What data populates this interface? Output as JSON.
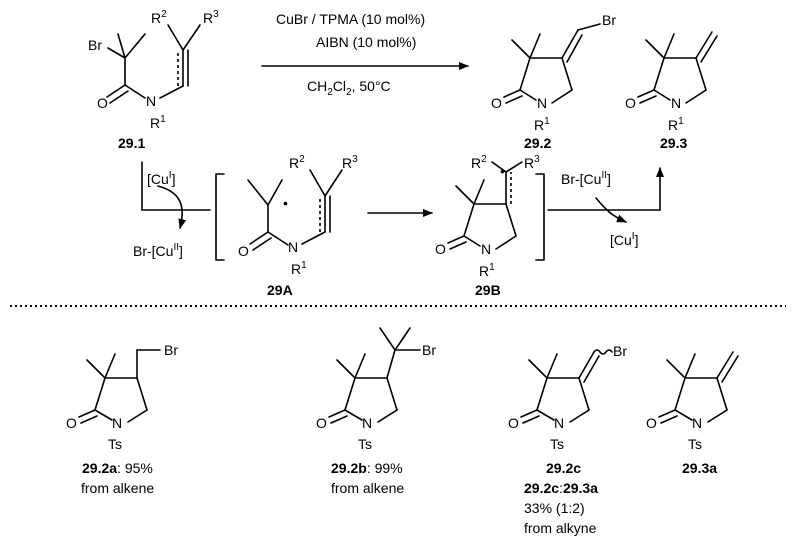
{
  "reaction": {
    "catalyst": "CuBr / TPMA (10 mol%)",
    "initiator": "AIBN (10 mol%)",
    "solvent_main": "CH",
    "solvent_sub1": "2",
    "solvent_cl": "Cl",
    "solvent_sub2": "2",
    "temperature": ", 50°C"
  },
  "labels": {
    "sm": "29.1",
    "p1": "29.2",
    "p2": "29.3",
    "intA": "29A",
    "intB": "29B"
  },
  "atoms": {
    "br": "Br",
    "o": "O",
    "n": "N",
    "r": "R",
    "one": "1",
    "two": "2",
    "three": "3",
    "ts": "Ts",
    "dot": "•"
  },
  "mechanism": {
    "cu_left": "[Cu",
    "cu_i": "I",
    "cu_close": "]",
    "brcu_pre": "Br-[Cu",
    "cu_ii": "II",
    "brcu_close": "]"
  },
  "examples": [
    {
      "id": "29.2a",
      "yield": ": 95%",
      "source": "from alkene"
    },
    {
      "id": "29.2b",
      "yield": ": 99%",
      "source": "from alkene"
    },
    {
      "id": "29.2c",
      "yield": "",
      "source": ""
    },
    {
      "id": "29.3a",
      "yield": "",
      "source": ""
    }
  ],
  "mixture": {
    "id_a": "29.2c",
    "sep": ":",
    "id_b": "29.3a",
    "yield": "33% (1:2)",
    "source": "from alkyne"
  }
}
